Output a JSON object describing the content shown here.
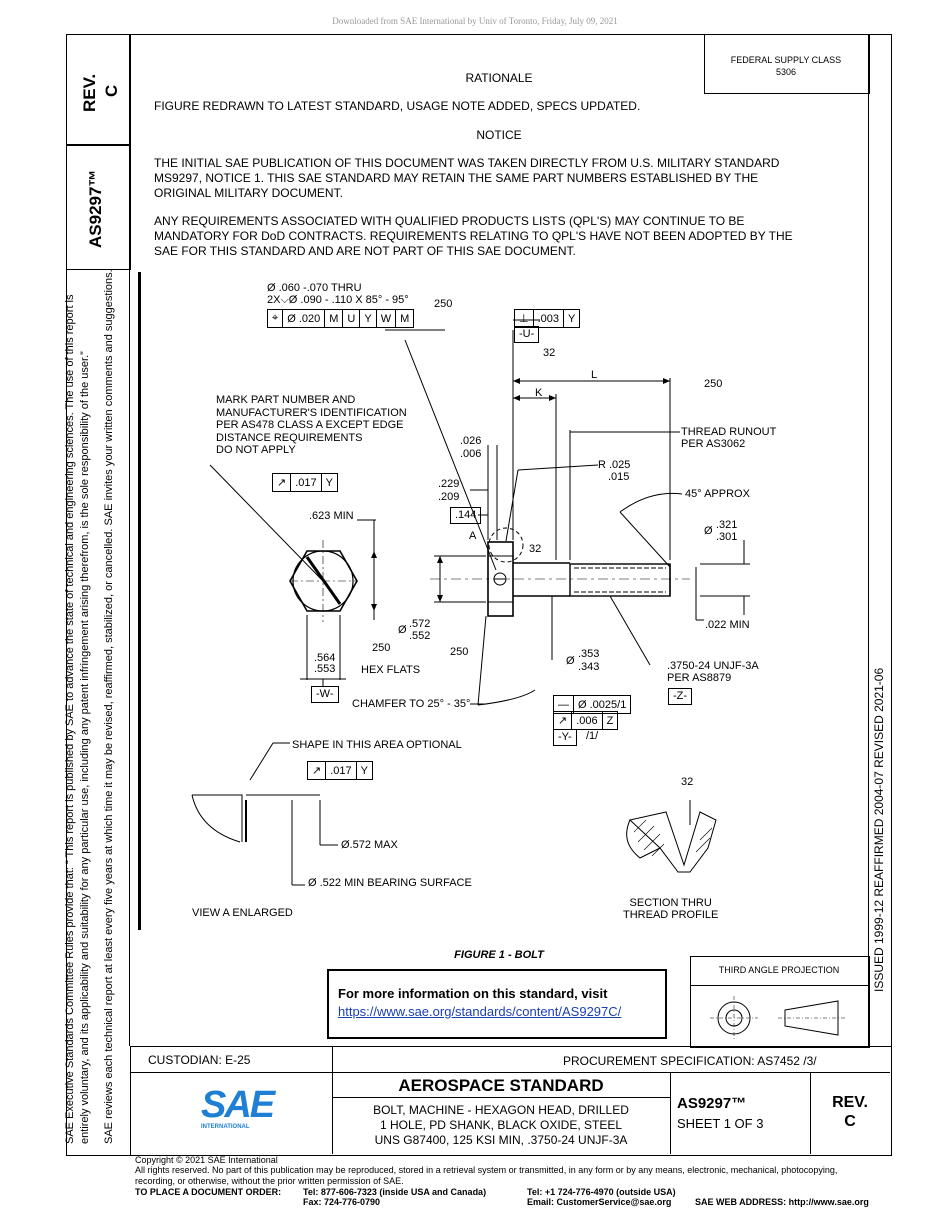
{
  "download_banner": "Downloaded from SAE International by Univ of Toronto, Friday, July 09, 2021",
  "left_margin": {
    "rev_label": "REV.",
    "rev_value": "C",
    "doc_number": "AS9297™",
    "sae_rules_line1": "SAE Executive Standards Committee Rules provide that: “ This report is published by SAE to advance the state of technical and engineering sciences. The use of this report is",
    "sae_rules_line2": "entirely voluntary, and its applicability and suitability for any particular use, including any patent infringement arising therefrom, is the sole responsibility of the user.”",
    "sae_rules_line3": "SAE reviews each technical report at least every five years at which time it may be revised, reaffirmed, stabilized, or cancelled. SAE invites your written comments and suggestions."
  },
  "right_margin": {
    "history": "ISSUED 1999-12     REAFFIRMED 2004-07     REVISED 2021-06"
  },
  "header": {
    "supply_class_line1": "FEDERAL SUPPLY CLASS",
    "supply_class_line2": "5306"
  },
  "notes": {
    "rationale_title": "RATIONALE",
    "rationale_text": "FIGURE REDRAWN TO LATEST STANDARD, USAGE NOTE ADDED, SPECS UPDATED.",
    "notice_title": "NOTICE",
    "notice_p1_l1": "THE INITIAL SAE PUBLICATION OF THIS DOCUMENT WAS TAKEN DIRECTLY FROM U.S. MILITARY STANDARD",
    "notice_p1_l2": "MS9297, NOTICE 1. THIS SAE STANDARD MAY RETAIN THE SAME PART NUMBERS ESTABLISHED BY THE",
    "notice_p1_l3": "ORIGINAL MILITARY DOCUMENT.",
    "notice_p2_l1": "ANY REQUIREMENTS ASSOCIATED WITH QUALIFIED PRODUCTS LISTS (QPL'S) MAY CONTINUE TO BE",
    "notice_p2_l2": "MANDATORY FOR DoD CONTRACTS. REQUIREMENTS RELATING TO QPL'S HAVE NOT BEEN ADOPTED BY THE",
    "notice_p2_l3": "SAE FOR THIS STANDARD AND ARE NOT PART OF THIS SAE DOCUMENT."
  },
  "drawing": {
    "hole_l1": "Ø .060 -.070 THRU",
    "hole_l2": "2X⌵Ø .090 - .110 X 85° - 95°",
    "fcf_pos": [
      "Ø .020",
      "M",
      "U",
      "Y",
      "W",
      "M"
    ],
    "rough_250": "250",
    "perp_fcf": [
      ".003",
      "Y"
    ],
    "datum_u": "-U-",
    "rough_32": "32",
    "dim_L": "L",
    "dim_K": "K",
    "mark_note_l1": "MARK PART NUMBER AND",
    "mark_note_l2": "MANUFACTURER'S IDENTIFICATION",
    "mark_note_l3": "PER AS478 CLASS A EXCEPT EDGE",
    "mark_note_l4": "DISTANCE REQUIREMENTS",
    "mark_note_l5": "DO NOT APPLY",
    "thread_runout_l1": "THREAD RUNOUT",
    "thread_runout_l2": "PER AS3062",
    "d026": ".026",
    "d006": ".006",
    "r_l1": "R .025",
    "r_l2": ".015",
    "approx45": "45° APPROX",
    "runout_fcf": [
      ".017",
      "Y"
    ],
    "d229": ".229",
    "d209": ".209",
    "d144": ".144",
    "d623": ".623 MIN",
    "dia321": ".321",
    "dia301": ".301",
    "dia_sym": "Ø",
    "label_a": "A",
    "dia572": ".572",
    "dia552": ".552",
    "d022": ".022 MIN",
    "d564": ".564",
    "d553": ".553",
    "hex_flats": "HEX FLATS",
    "dia353": ".353",
    "dia343": ".343",
    "thread_l1": ".3750-24 UNJF-3A",
    "thread_l2": "PER AS8879",
    "datum_w": "-W-",
    "datum_z": "-Z-",
    "chamfer": "CHAMFER TO 25° - 35°",
    "straight_fcf": [
      "Ø .0025/1"
    ],
    "runout2_fcf": [
      ".006",
      "Z"
    ],
    "datum_y": "-Y-",
    "datum_y_note": "/1/",
    "shape_note": "SHAPE IN THIS   AREA OPTIONAL",
    "runout3_fcf": [
      ".017",
      "Y"
    ],
    "dia572max": "Ø.572 MAX",
    "bearing": "Ø .522 MIN BEARING SURFACE",
    "view_a": "VIEW A ENLARGED",
    "section_l1": "SECTION THRU",
    "section_l2": "THREAD PROFILE",
    "figure_caption": "FIGURE 1 - BOLT"
  },
  "info_box": {
    "heading": "For more information on this standard, visit",
    "link": "https://www.sae.org/standards/content/AS9297C/"
  },
  "projection": {
    "label": "THIRD ANGLE PROJECTION"
  },
  "title_block": {
    "custodian": "CUSTODIAN: E-25",
    "procurement": "PROCUREMENT SPECIFICATION: AS7452 /3/",
    "standard_type": "AEROSPACE STANDARD",
    "desc_l1": "BOLT, MACHINE - HEXAGON HEAD, DRILLED",
    "desc_l2": "1 HOLE, PD SHANK, BLACK OXIDE, STEEL",
    "desc_l3": "UNS G87400, 125 KSI MIN, .3750-24 UNJF-3A",
    "doc": "AS9297™",
    "sheet": "SHEET 1 OF 3",
    "rev_label": "REV.",
    "rev_value": "C",
    "logo_text": "SAE",
    "logo_sub": "INTERNATIONAL"
  },
  "footer": {
    "copyright": "Copyright © 2021 SAE International",
    "rights_l1": "All rights reserved. No part of this publication may be reproduced, stored in a retrieval system or transmitted, in any form or by any means, electronic, mechanical, photocopying,",
    "rights_l2": "recording, or otherwise, without the prior written permission of SAE.",
    "order_label": "TO PLACE A DOCUMENT ORDER:",
    "tel_usa": "Tel: 877-606-7323 (inside USA and Canada)",
    "fax": "Fax: 724-776-0790",
    "tel_out": "Tel: +1 724-776-4970 (outside USA)",
    "email": "Email: CustomerService@sae.org",
    "web": "SAE WEB ADDRESS: http://www.sae.org"
  }
}
